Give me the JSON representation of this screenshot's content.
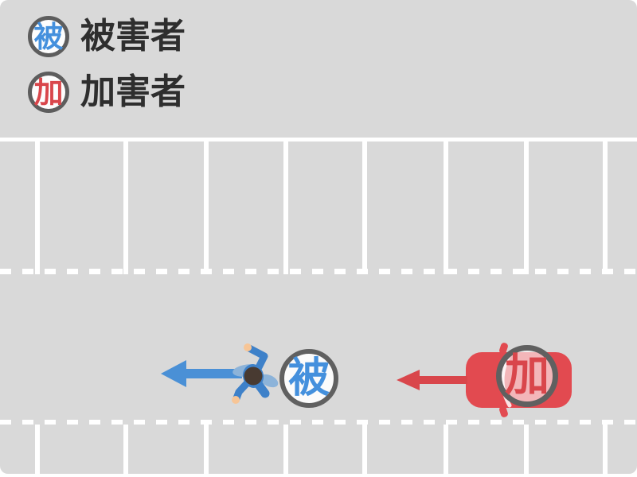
{
  "legend": {
    "items": [
      {
        "id": "victim",
        "badge_char": "被",
        "label": "被害者",
        "char_color": "#4490dd"
      },
      {
        "id": "perpetrator",
        "badge_char": "加",
        "label": "加害者",
        "char_color": "#d9464b"
      }
    ]
  },
  "scene": {
    "pedestrian_badge_char": "被",
    "car_badge_char": "加",
    "pedestrian_arrow_direction": "left",
    "car_arrow_direction": "left"
  },
  "colors": {
    "background": "#d9d9d9",
    "road_marking": "#ffffff",
    "victim_blue": "#4490dd",
    "perpetrator_red": "#d9464b",
    "car_red": "#e24a50",
    "badge_ring": "#5d5d5d",
    "label_text": "#2e2e2e",
    "pedestrian_body_blue": "#3e81c9",
    "pedestrian_shoulder_blue": "#8cb3d9",
    "pedestrian_head_brown": "#483a31",
    "pedestrian_skin": "#f7c596"
  },
  "parking": {
    "stall_line_xs": [
      44,
      155,
      256,
      356,
      455,
      557,
      658,
      757
    ]
  }
}
